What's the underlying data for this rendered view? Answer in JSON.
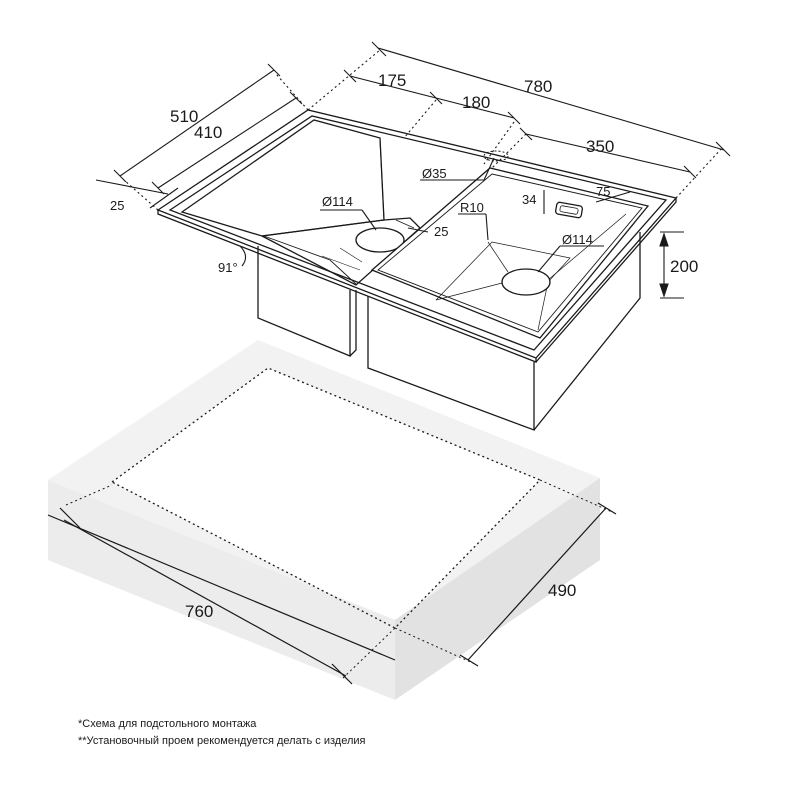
{
  "dimensions": {
    "overall_length": "780",
    "left_bowl_length": "175",
    "bowl_spacing": "180",
    "right_bowl_length": "350",
    "overall_depth": "510",
    "bowl_depth": "410",
    "rim_width": "25",
    "faucet_hole": "Ø35",
    "left_drain": "Ø114",
    "drain_offset": "25",
    "right_drain": "Ø114",
    "corner_radius": "R10",
    "overflow_offset_1": "34",
    "overflow_offset_2": "75",
    "bowl_height": "200",
    "angle": "91°"
  },
  "cutout": {
    "length": "760",
    "width": "490"
  },
  "notes": [
    "*Схема для подстольного монтажа",
    "**Установочный проем рекомендуется делать с изделия"
  ],
  "colors": {
    "line": "#1a1a1a",
    "countertop_top": "#f2f2f2",
    "countertop_side": "#e4e4e4",
    "countertop_front": "#ececec"
  }
}
